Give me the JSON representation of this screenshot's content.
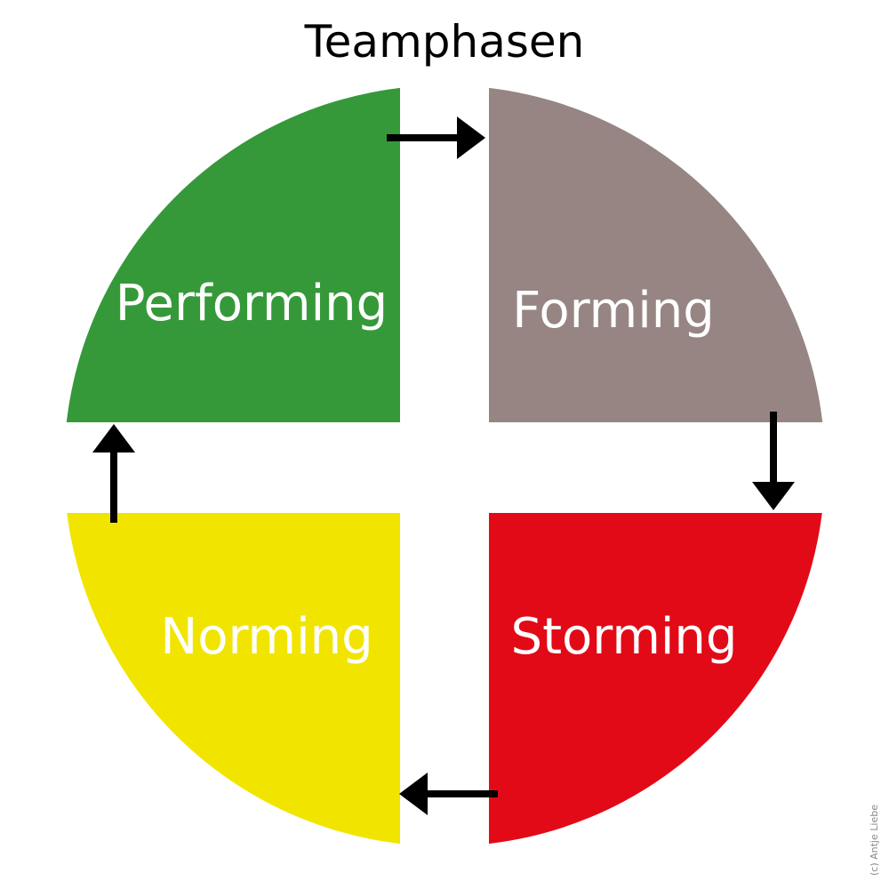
{
  "title": "Teamphasen",
  "phases": [
    {
      "name": "Forming",
      "color": "#968583"
    },
    {
      "name": "Storming",
      "color": "#e20a17"
    },
    {
      "name": "Norming",
      "color": "#f1e500"
    },
    {
      "name": "Performing",
      "color": "#35993a"
    }
  ],
  "copyright": "(c) Antje Liebe",
  "arrow_color": "#000000"
}
